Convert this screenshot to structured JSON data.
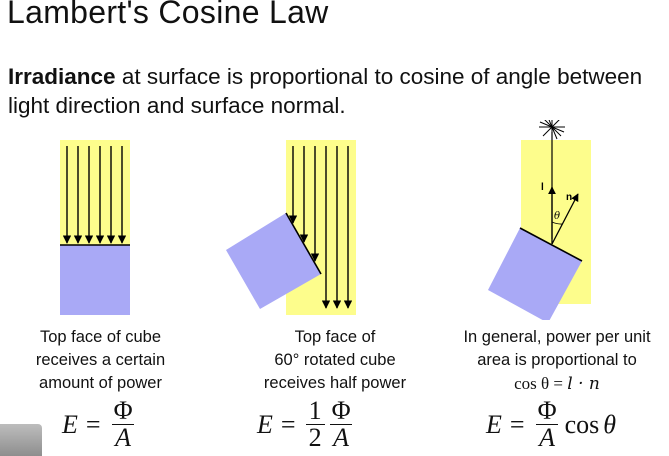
{
  "slide": {
    "title": "Lambert's Cosine Law",
    "intro_bold": "Irradiance",
    "intro_rest": " at surface is proportional to cosine of angle between light direction and surface normal."
  },
  "colors": {
    "light": "#fdfd8c",
    "cube": "#a9a9f6",
    "line": "#000000"
  },
  "captions": {
    "c1": [
      "Top face of cube",
      "receives a certain",
      "amount of power"
    ],
    "c2": [
      "Top face of",
      "60° rotated cube",
      "receives half power"
    ],
    "c3": [
      "In general, power per unit",
      "area is proportional to"
    ],
    "c3_formula": {
      "lhs": "cos θ",
      "eq": "=",
      "rhs": "l · n"
    }
  },
  "equations": {
    "e1": {
      "E": "E",
      "eq": "=",
      "num": "Φ",
      "den": "A"
    },
    "e2": {
      "E": "E",
      "eq": "=",
      "half_num": "1",
      "half_den": "2",
      "num": "Φ",
      "den": "A"
    },
    "e3": {
      "E": "E",
      "eq": "=",
      "num": "Φ",
      "den": "A",
      "cos": "cos",
      "theta": "θ"
    }
  },
  "diagram_labels": {
    "l": "l",
    "n": "n",
    "theta": "θ"
  }
}
